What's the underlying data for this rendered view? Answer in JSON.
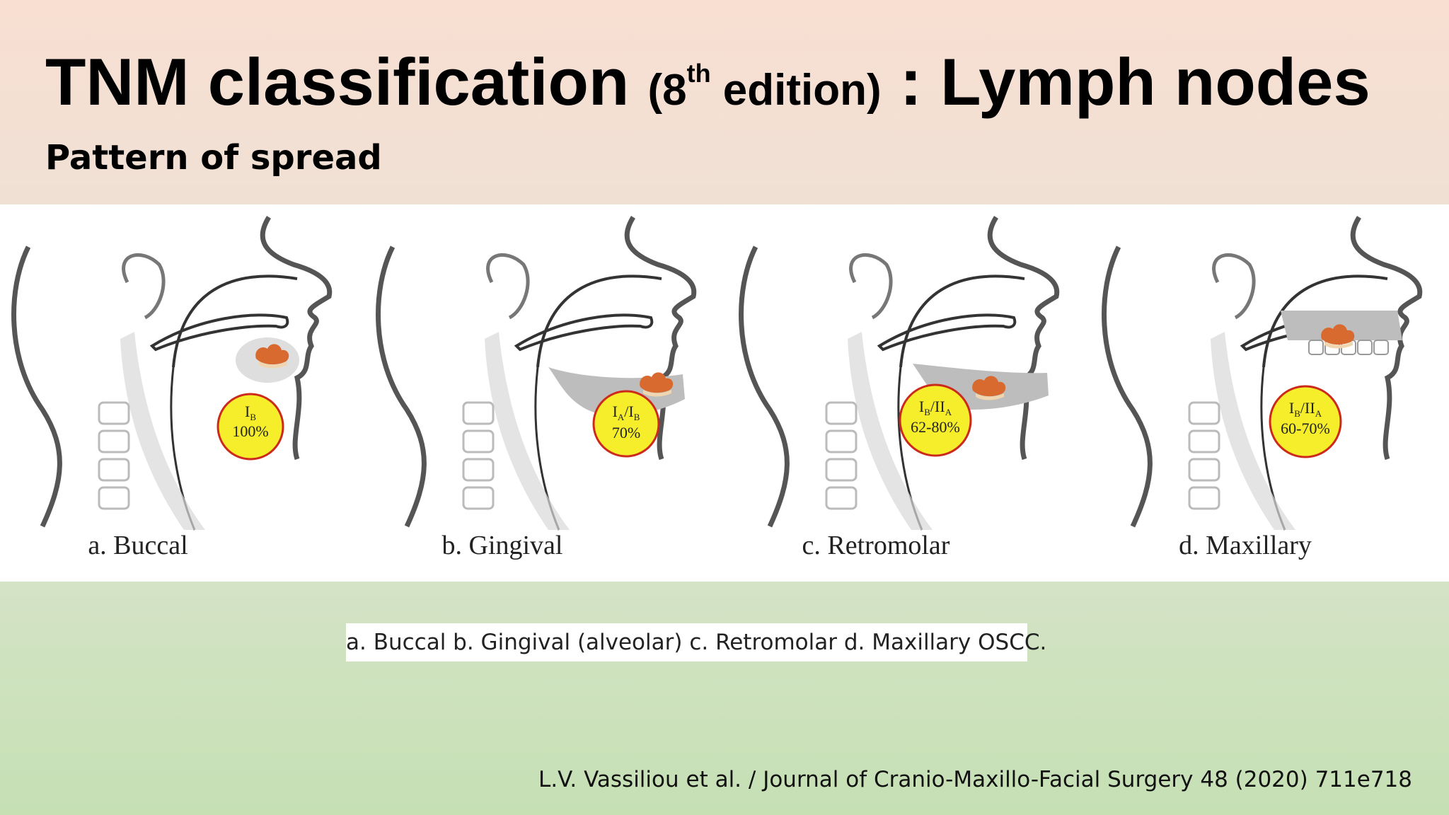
{
  "title": {
    "main": "TNM classification",
    "edition_open": "(8",
    "edition_sup": "th",
    "edition_close": " edition)",
    "suffix": " : Lymph nodes"
  },
  "subtitle": "Pattern of spread",
  "panels": [
    {
      "caption": "a. Buccal",
      "level_main": "I",
      "level_sub": "B",
      "percent": "100%"
    },
    {
      "caption": "b. Gingival",
      "level_main": "I",
      "level_sub": "A",
      "level_sep": "/I",
      "level_sub2": "B",
      "percent": "70%"
    },
    {
      "caption": "c. Retromolar",
      "level_main": "I",
      "level_sub": "B",
      "level_sep": "/II",
      "level_sub2": "A",
      "percent": "62-80%"
    },
    {
      "caption": "d. Maxillary",
      "level_main": "I",
      "level_sub": "B",
      "level_sep": "/II",
      "level_sub2": "A",
      "percent": "60-70%"
    }
  ],
  "figure_caption": "a. Buccal b. Gingival (alveolar) c. Retromolar d. Maxillary OSCC.",
  "citation": "L.V. Vassiliou et al. / Journal of Cranio-Maxillo-Facial Surgery 48 (2020) 711e718",
  "colors": {
    "node_fill": "#f6ee2a",
    "node_stroke": "#cc2a1c",
    "tumor": "#d86a30"
  }
}
